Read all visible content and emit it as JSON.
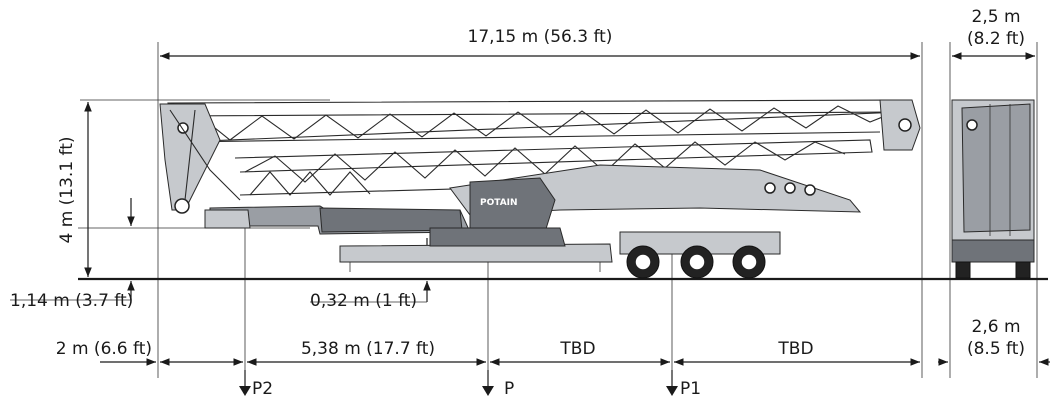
{
  "dimensions": {
    "overall_length": "17,15 m (56.3 ft)",
    "height": "4 m (13.1 ft)",
    "width_top": "2,5 m",
    "width_top_ft": "(8.2 ft)",
    "ground_clearance_left": "1,14 m (3.7 ft)",
    "ground_clearance_mid": "0,32 m (1 ft)",
    "width_bottom": "2,6 m",
    "width_bottom_ft": "(8.5 ft)",
    "front_overhang": "2 m (6.6 ft)",
    "p2_to_p": "5,38 m (17.7 ft)",
    "p_to_p1": "TBD",
    "p1_to_end": "TBD"
  },
  "load_points": {
    "p2": "P2",
    "p": "P",
    "p1": "P1"
  },
  "brand_label": "POTAIN",
  "colors": {
    "line": "#1a1a1a",
    "body": "#9a9ea4"
  }
}
